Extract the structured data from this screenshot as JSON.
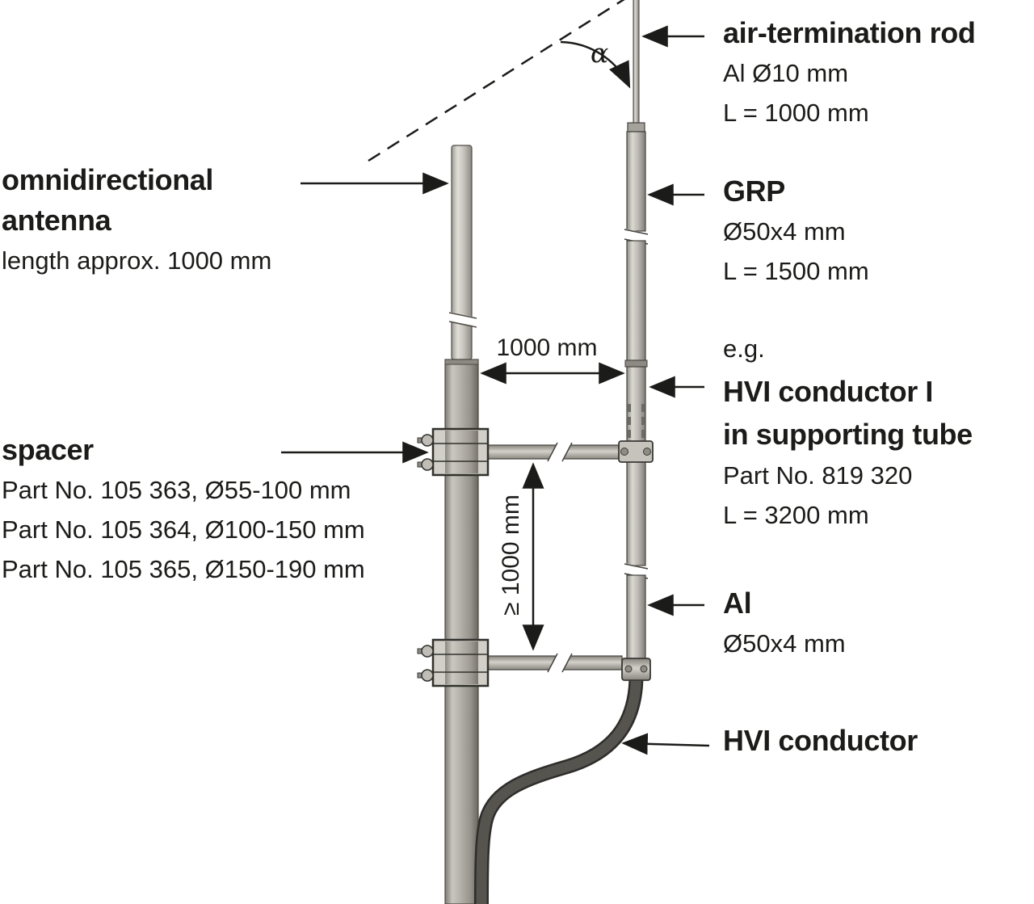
{
  "colors": {
    "background": "#ffffff",
    "text": "#1b1b19",
    "outline": "#44423d",
    "metal_light": "#e2dfd9",
    "metal_mid": "#b0ada6",
    "metal_dark": "#6f6c66",
    "cable": "#4a4945"
  },
  "labels": {
    "antenna": {
      "title_line1": "omnidirectional",
      "title_line2": "antenna",
      "subtitle": "length approx. 1000 mm"
    },
    "spacer": {
      "title": "spacer",
      "part1": "Part No. 105 363, Ø55-100 mm",
      "part2": "Part No. 105 364, Ø100-150 mm",
      "part3": "Part No. 105 365, Ø150-190 mm"
    },
    "air_termination_rod": {
      "title": "air-termination rod",
      "spec1": "Al Ø10 mm",
      "spec2": "L = 1000 mm"
    },
    "grp": {
      "title": "GRP",
      "spec1": "Ø50x4 mm",
      "spec2": "L = 1500 mm"
    },
    "hvi_supporting_tube": {
      "prefix": "e.g.",
      "title_line1": "HVI conductor I",
      "title_line2": "in supporting tube",
      "spec1": "Part No. 819 320",
      "spec2": "L = 3200 mm"
    },
    "al_tube": {
      "title": "Al",
      "spec1": "Ø50x4 mm"
    },
    "hvi_conductor": {
      "title": "HVI conductor"
    }
  },
  "dimensions": {
    "horizontal_spacing": "1000 mm",
    "vertical_spacing": "≥ 1000 mm",
    "protection_angle": "α"
  }
}
